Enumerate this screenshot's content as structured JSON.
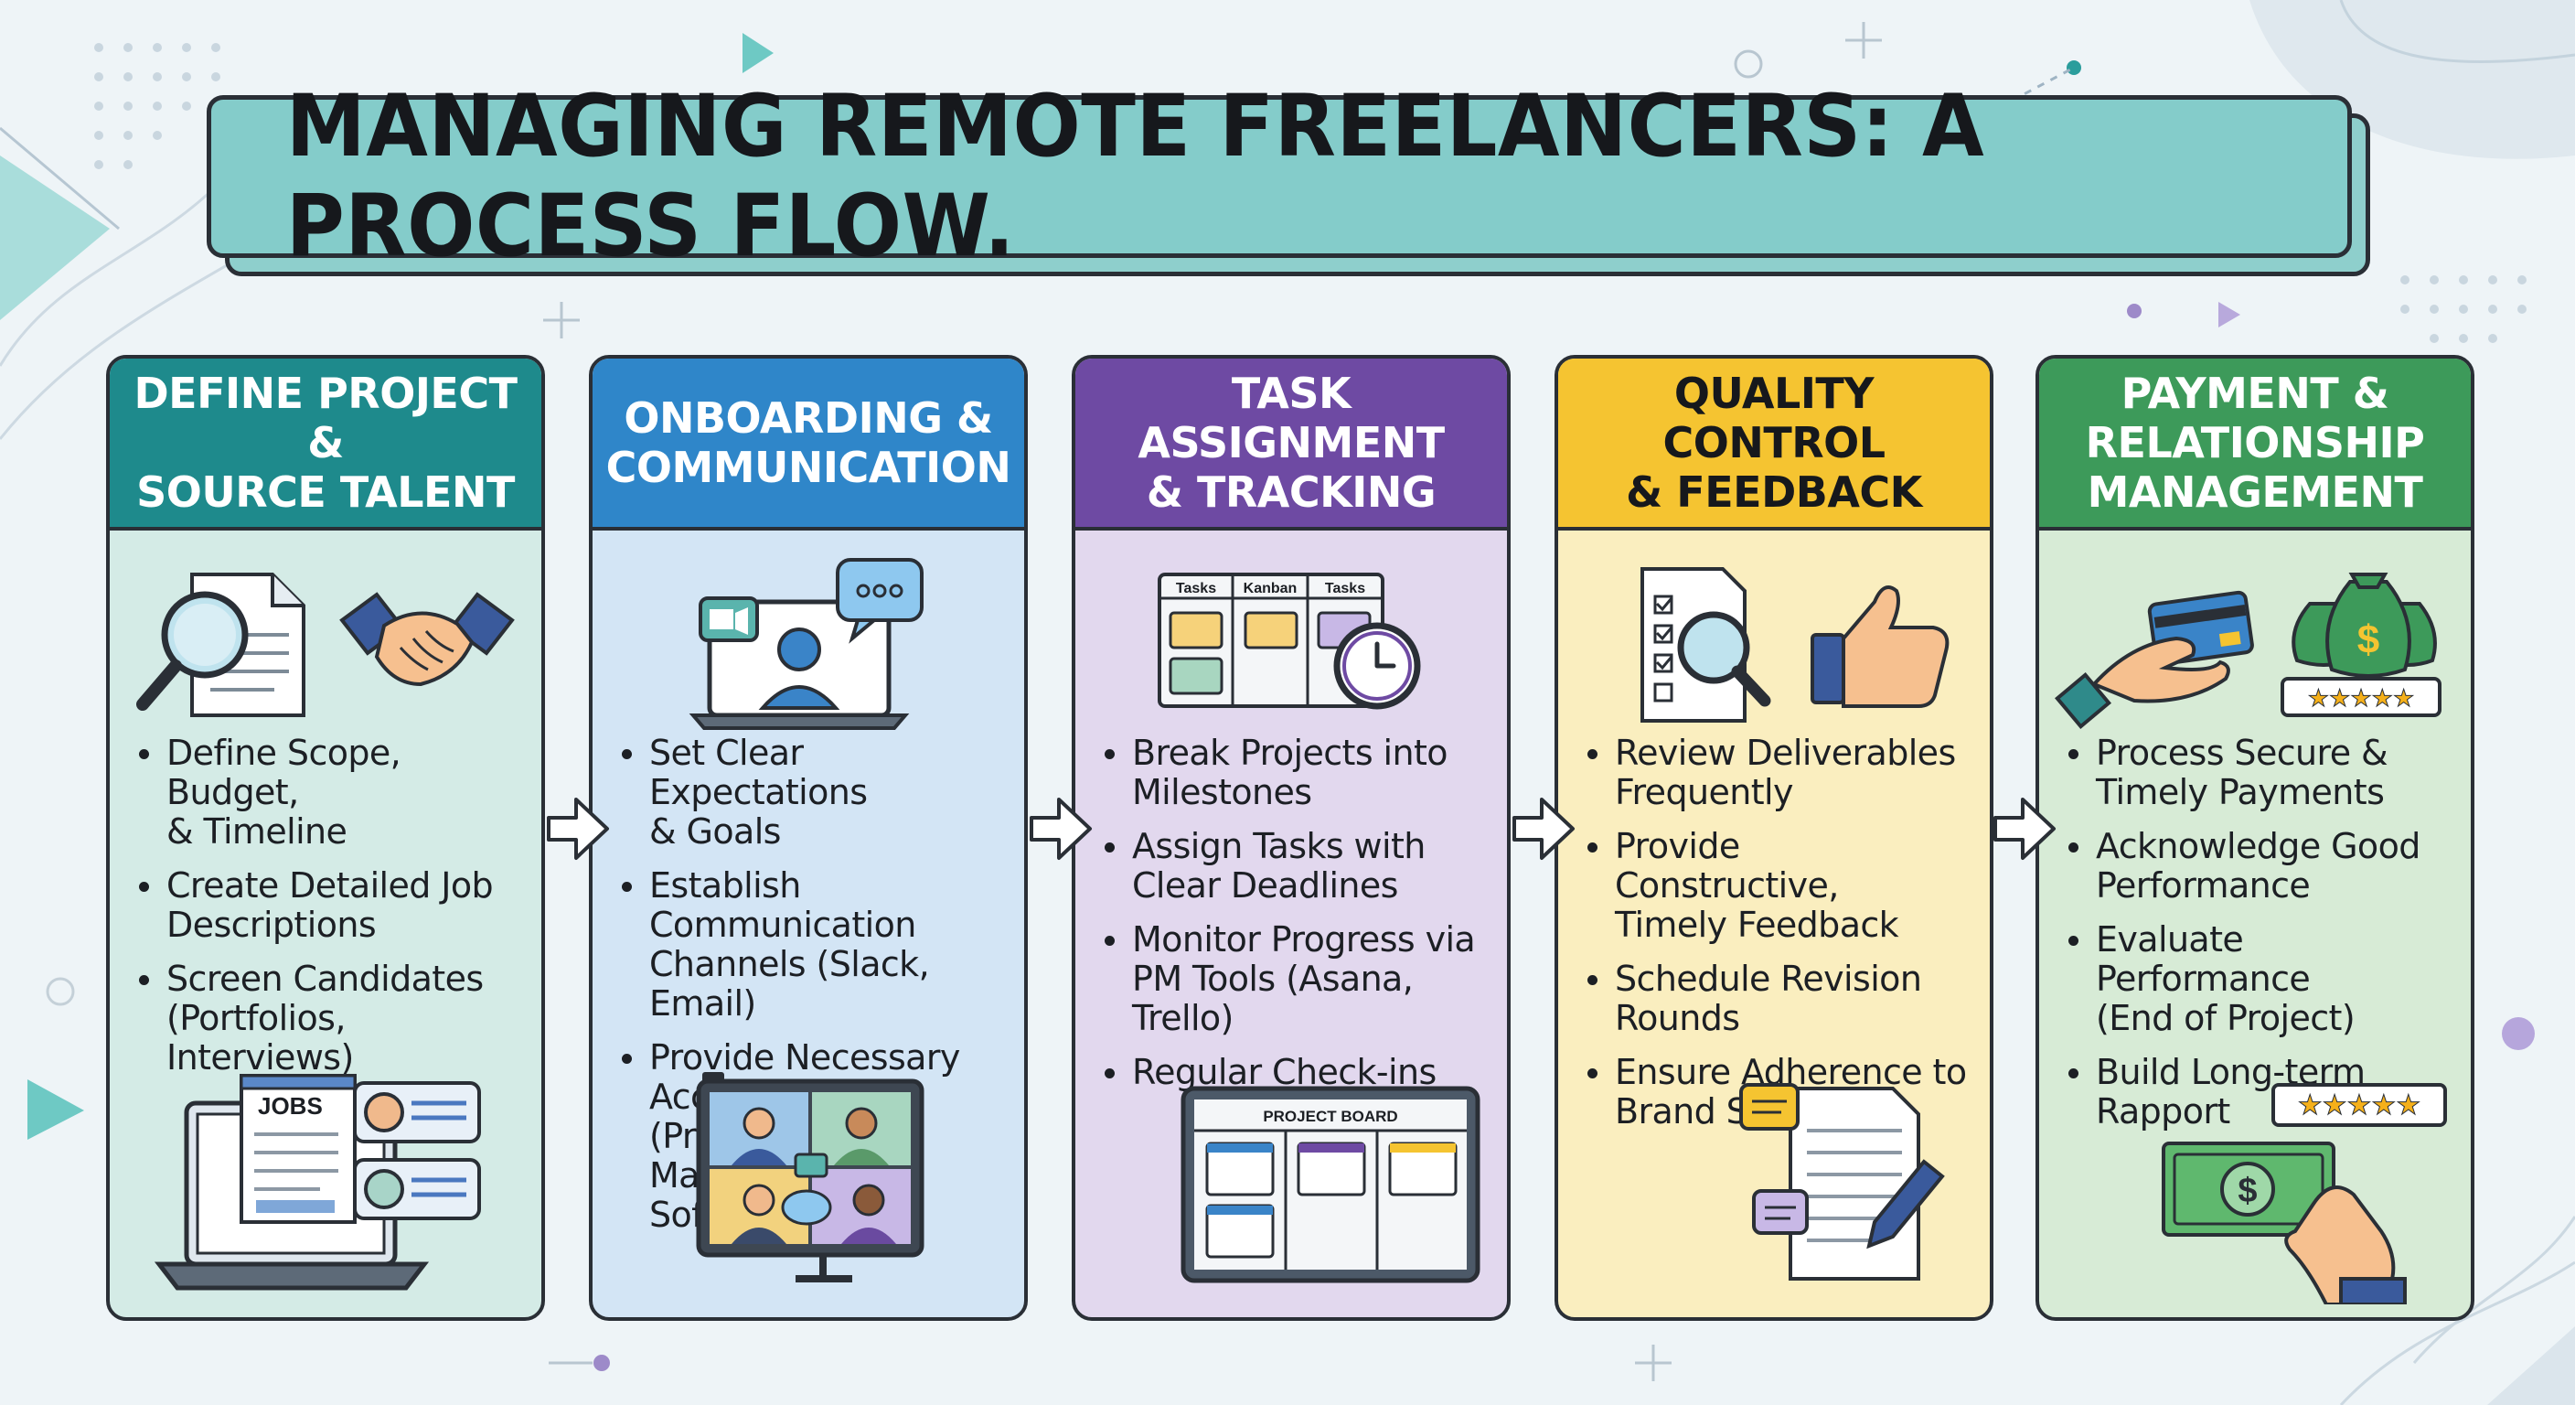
{
  "title": "MANAGING REMOTE FREELANCERS: A PROCESS FLOW.",
  "colors": {
    "background": "#eef4f7",
    "title_fill": "#84ccca",
    "outline": "#2a2f36"
  },
  "stages": [
    {
      "heading": "DEFINE PROJECT &\nSOURCE TALENT",
      "head_color": "#1e8a8c",
      "body_color": "#d4ebe6",
      "heading_text_color": "#ffffff",
      "icons": [
        "magnifier-document-icon",
        "handshake-icon",
        "laptop-jobs-icon"
      ],
      "jobs_label": "JOBS",
      "bullets": [
        "Define Scope, Budget,\n& Timeline",
        "Create Detailed Job\nDescriptions",
        "Screen Candidates\n(Portfolios, Interviews)"
      ]
    },
    {
      "heading": "ONBOARDING &\nCOMMUNICATION",
      "head_color": "#2f86c9",
      "body_color": "#d3e5f5",
      "heading_text_color": "#ffffff",
      "icons": [
        "video-call-laptop-icon",
        "chat-bubble-icon",
        "video-conference-monitor-icon"
      ],
      "bullets": [
        "Set Clear Expectations\n& Goals",
        "Establish\nCommunication\nChannels (Slack, Email)",
        "Provide Necessary\nAccess & Tools (Project\nManagement Software)"
      ]
    },
    {
      "heading": "TASK ASSIGNMENT\n& TRACKING",
      "head_color": "#6e4aa3",
      "body_color": "#e2d8ee",
      "heading_text_color": "#ffffff",
      "icons": [
        "kanban-board-icon",
        "clock-icon",
        "project-board-icon"
      ],
      "kanban_labels": [
        "Tasks",
        "Kanban",
        "Tasks"
      ],
      "project_board_label": "PROJECT BOARD",
      "bullets": [
        "Break Projects into\nMilestones",
        "Assign Tasks with\nClear Deadlines",
        "Monitor Progress via\nPM Tools (Asana, Trello)",
        "Regular Check-ins"
      ]
    },
    {
      "heading": "QUALITY CONTROL\n& FEEDBACK",
      "head_color": "#f5c431",
      "body_color": "#faeebf",
      "heading_text_color": "#16181c",
      "icons": [
        "checklist-magnifier-icon",
        "thumbs-up-icon",
        "document-pen-comments-icon"
      ],
      "bullets": [
        "Review Deliverables\nFrequently",
        "Provide Constructive,\nTimely Feedback",
        "Schedule Revision\nRounds",
        "Ensure Adherence to\nBrand Standards"
      ]
    },
    {
      "heading": "PAYMENT &\nRELATIONSHIP\nMANAGEMENT",
      "head_color": "#3d9a5a",
      "body_color": "#d7ebd6",
      "heading_text_color": "#ffffff",
      "icons": [
        "credit-card-hand-icon",
        "money-bags-rating-icon",
        "cash-payment-rating-icon"
      ],
      "bullets": [
        "Process Secure &\nTimely Payments",
        "Acknowledge Good\nPerformance",
        "Evaluate Performance\n(End of Project)",
        "Build Long-term\nRapport"
      ]
    }
  ]
}
